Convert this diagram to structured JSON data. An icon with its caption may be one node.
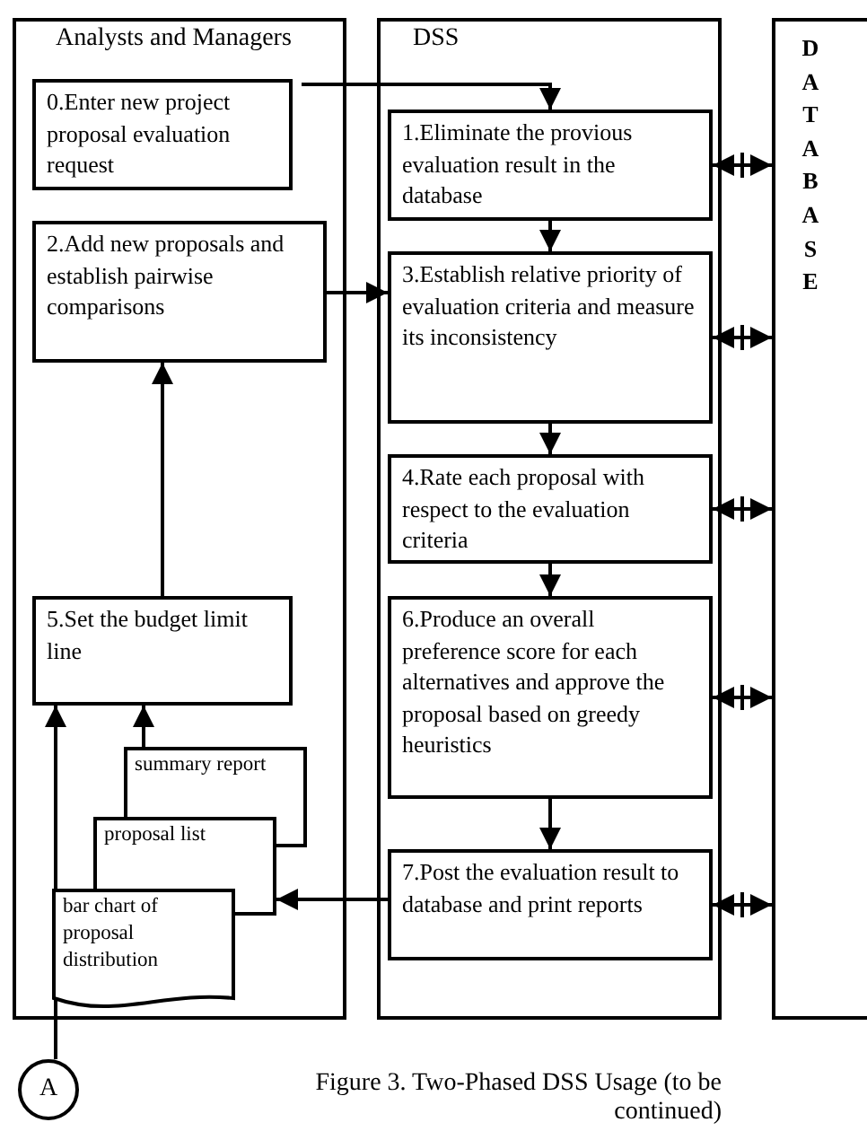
{
  "diagram": {
    "caption": "Figure 3. Two-Phased DSS Usage (to be continued)",
    "nodes": [
      {
        "text": [
          "Analysts and Managers"
        ]
      },
      {
        "text": [
          "DSS"
        ]
      },
      {
        "text": [
          "DATABASE"
        ]
      },
      {
        "text": [
          "0.Enter new project proposal evaluation request"
        ],
        "in": 0
      },
      {
        "text": [
          "1.Eliminate the provious evaluation result in the database"
        ],
        "in": 1
      },
      {
        "text": [
          "2.Add new proposals and establish pairwise comparisons"
        ],
        "in": 0
      },
      {
        "text": [
          "3.Establish relative priority of evaluation criteria and measure its inconsistency"
        ],
        "in": 1
      },
      {
        "text": [
          "4.Rate each proposal with respect to the evaluation criteria"
        ],
        "in": 1
      },
      {
        "text": [
          "5.Set the budget limit line"
        ],
        "in": 0
      },
      {
        "text": [
          "6.Produce an overall preference score for each alternatives and approve the proposal based on greedy heuristics"
        ],
        "in": 1
      },
      {
        "text": [
          "summary report"
        ],
        "in": 0
      },
      {
        "text": [
          "proposal list"
        ],
        "in": 0
      },
      {
        "text": [
          "bar chart of proposal distribution"
        ],
        "in": 0
      },
      {
        "text": [
          "7.Post the evaluation result to database and print reports"
        ],
        "in": 1
      },
      {
        "text": [
          "A"
        ]
      }
    ],
    "edges": [
      {
        "from": 3,
        "to": 4,
        "arrow": "to"
      },
      {
        "from": 5,
        "to": 6,
        "arrow": "to"
      },
      {
        "from": 4,
        "to": 6,
        "arrow": "to"
      },
      {
        "from": 6,
        "to": 7,
        "arrow": "to"
      },
      {
        "from": 7,
        "to": 9,
        "arrow": "to"
      },
      {
        "from": 9,
        "to": 13,
        "arrow": "to"
      },
      {
        "from": 8,
        "to": 5,
        "arrow": "to"
      },
      {
        "from": 14,
        "to": 8,
        "arrow": "to"
      },
      {
        "from": 10,
        "to": 8,
        "arrow": "to"
      },
      {
        "from": 13,
        "to": 11,
        "arrow": "to"
      },
      {
        "from": 4,
        "to": 2,
        "arrow": "both"
      },
      {
        "from": 6,
        "to": 2,
        "arrow": "both"
      },
      {
        "from": 7,
        "to": 2,
        "arrow": "both"
      },
      {
        "from": 9,
        "to": 2,
        "arrow": "both"
      },
      {
        "from": 13,
        "to": 2,
        "arrow": "both"
      }
    ]
  }
}
